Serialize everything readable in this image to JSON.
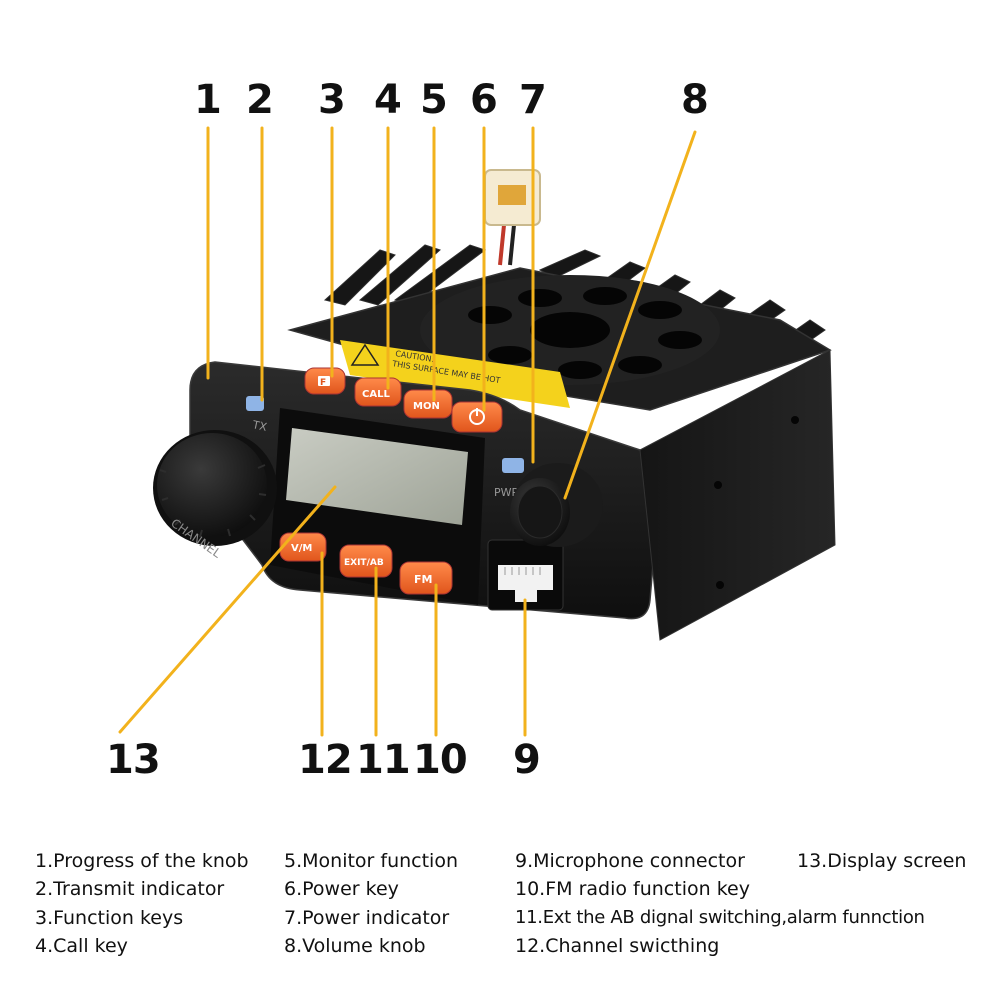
{
  "callouts": {
    "n1": "1",
    "n2": "2",
    "n3": "3",
    "n4": "4",
    "n5": "5",
    "n6": "6",
    "n7": "7",
    "n8": "8",
    "n9": "9",
    "n10": "10",
    "n11": "11",
    "n12": "12",
    "n13": "13"
  },
  "device": {
    "key_f": "F",
    "key_call": "CALL",
    "key_mon": "MON",
    "key_vm": "V/M",
    "key_exit": "EXIT/AB",
    "key_fm": "FM",
    "tx_label": "TX",
    "pwr_label": "PWR",
    "knob_label": "CHANNEL",
    "caution_title": "CAUTION:",
    "caution_text": "THIS SURFACE MAY BE HOT"
  },
  "legend": {
    "col1": [
      "1.Progress of the knob",
      "2.Transmit indicator",
      "3.Function keys",
      "4.Call key"
    ],
    "col2": [
      "5.Monitor function",
      "6.Power key",
      "7.Power indicator",
      "8.Volume knob"
    ],
    "col3": [
      "9.Microphone connector",
      "10.FM radio function key",
      "11.Ext the AB dignal switching,alarm funnction",
      "12.Channel swicthing"
    ],
    "col4": [
      "13.Display screen"
    ]
  },
  "colors": {
    "leader": "#f2b21c",
    "key_orange": "#f26a2c",
    "body": "#1c1c1c",
    "led": "#8fb4e6",
    "caution": "#f4d21c"
  }
}
